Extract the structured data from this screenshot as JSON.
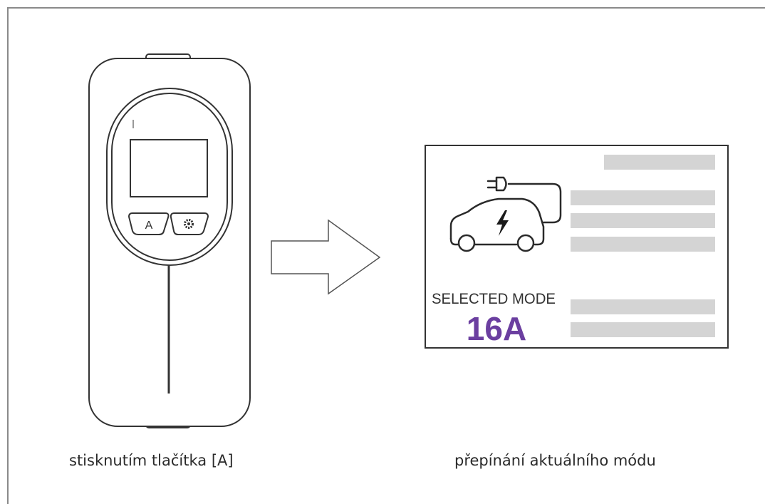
{
  "device": {
    "button_a_label": "A",
    "button_b_icon": "settings-icon"
  },
  "display": {
    "mode_label": "SELECTED MODE",
    "mode_value": "16A",
    "accent_color": "#6b3fa0",
    "car_icon": "ev-charging-car-icon"
  },
  "arrow_icon": "right-arrow-icon",
  "captions": {
    "left": "stisknutím tlačítka [A]",
    "right": "přepínání aktuálního módu"
  }
}
